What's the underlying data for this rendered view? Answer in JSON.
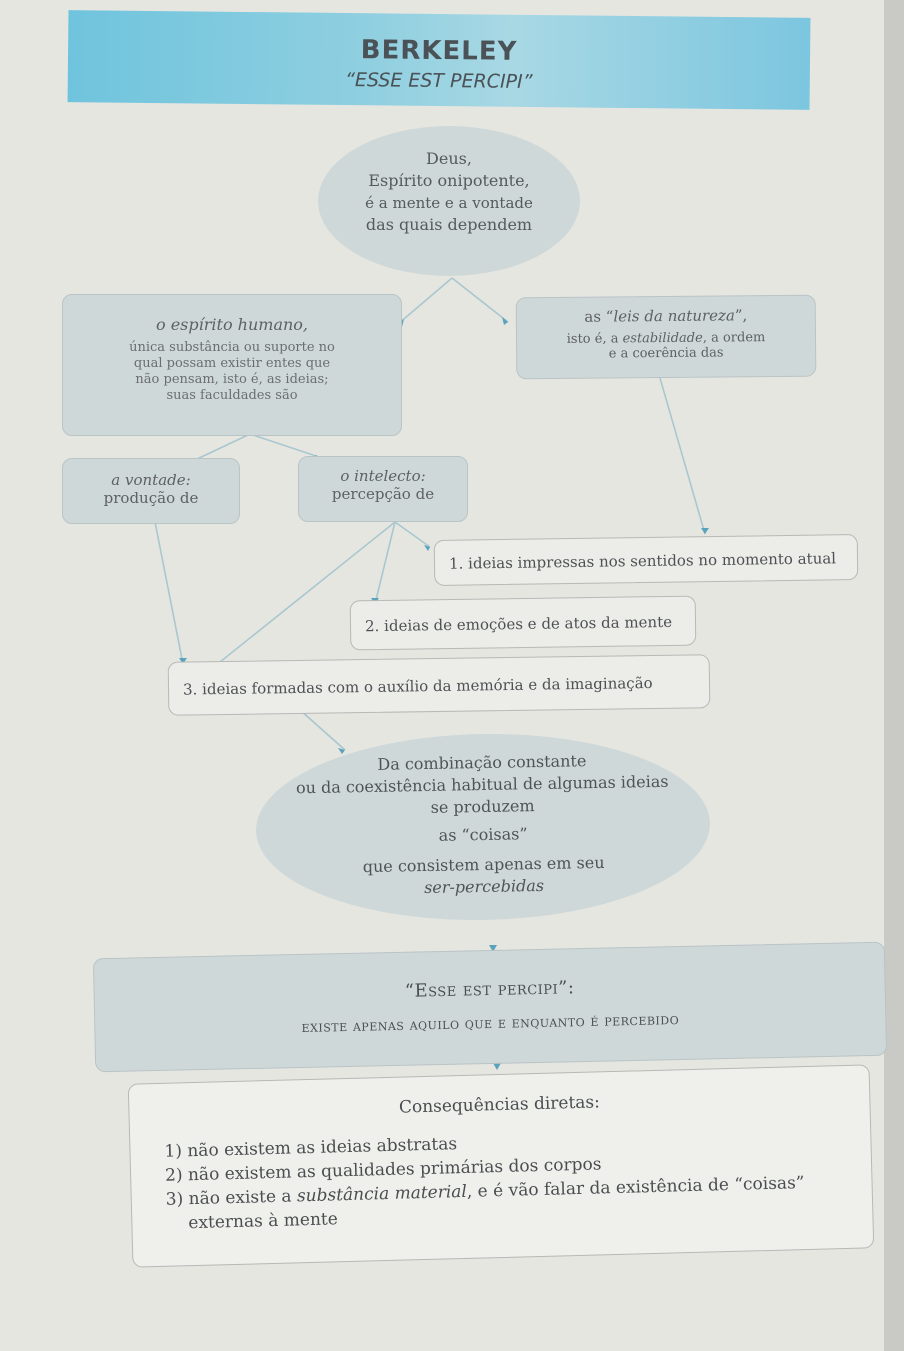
{
  "header": {
    "title": "BERKELEY",
    "subtitle": "“ESSE EST PERCIPI”"
  },
  "god": {
    "line1": "Deus,",
    "line2": "Espírito onipotente,",
    "line3": "é a mente e a vontade",
    "line4": "das quais dependem"
  },
  "human_spirit": {
    "title": "o espírito humano,",
    "line1": "única substância ou suporte no",
    "line2": "qual possam existir entes que",
    "line3": "não pensam, isto é, as ideias;",
    "line4": "suas faculdades são"
  },
  "laws": {
    "line1_pre": "as “",
    "line1_it": "leis da natureza",
    "line1_post": "”,",
    "line2_pre": "isto é, a ",
    "line2_it": "estabilidade",
    "line2_post": ", a ordem",
    "line3": "e a coerência das"
  },
  "will": {
    "title": "a vontade:",
    "line": "produção de"
  },
  "intellect": {
    "title": "o intelecto:",
    "line": "percepção de"
  },
  "ideas": {
    "item1": "1. ideias impressas nos sentidos no momento atual",
    "item2": "2. ideias de emoções e de atos da mente",
    "item3": "3. ideias formadas com o auxílio da memória e da imaginação"
  },
  "combination": {
    "line1": "Da combinação constante",
    "line2": "ou da coexistência habitual de algumas ideias",
    "line3": "se produzem",
    "line4": "as “coisas”",
    "line5": "que consistem apenas em seu",
    "line6": "ser-percebidas"
  },
  "esse": {
    "title": "“Esse est percipi”:",
    "subtitle": "existe apenas aquilo que e enquanto é percebido"
  },
  "consequences": {
    "title": "Consequências diretas:",
    "item1": "1) não existem as ideias abstratas",
    "item2": "2) não existem as qualidades primárias dos corpos",
    "item3_pre": "3) não existe a ",
    "item3_it": "substância material",
    "item3_post": ", e é vão falar da existência de “coisas”",
    "item3_cont": "externas à mente"
  }
}
